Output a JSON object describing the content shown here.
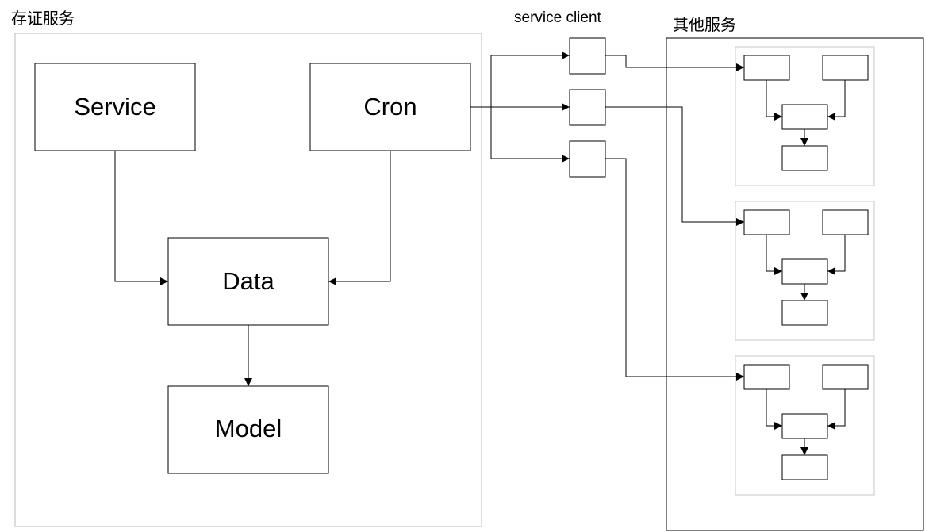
{
  "groups": {
    "evidence_service": {
      "title": "存证服务"
    },
    "other_services": {
      "title": "其他服务"
    }
  },
  "nodes": {
    "service": "Service",
    "cron": "Cron",
    "data": "Data",
    "model": "Model"
  },
  "service_client": {
    "label": "service client"
  },
  "colors": {
    "line": "#000000",
    "group_border": "#c8c8c8",
    "background": "#ffffff"
  }
}
